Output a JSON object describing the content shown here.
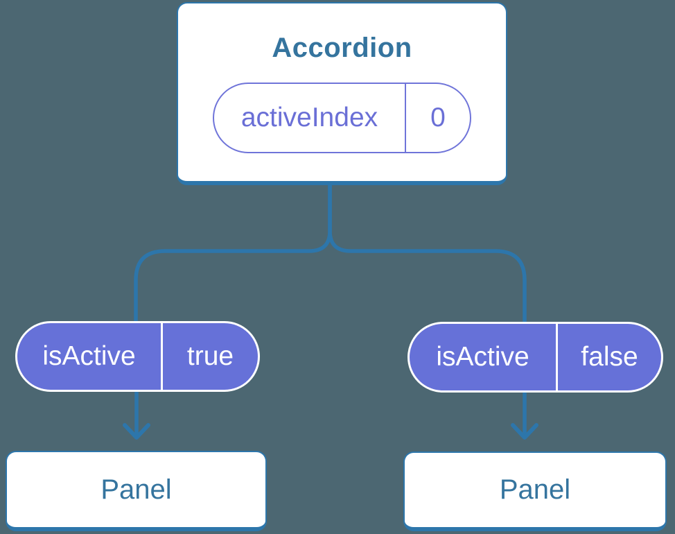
{
  "diagram": {
    "description": "React component tree diagram showing state passed down as props",
    "background_color": "#4c6772",
    "connector_color": "#2d76ab",
    "node_border_color": "#2d76ab",
    "node_text_color": "#35749e",
    "pill_fill_color": "#6671d8",
    "pill_outline_color": "#6f74d9",
    "pill_outline_text_color": "#6a6fd6",
    "root_node": {
      "title": "Accordion",
      "state": {
        "name": "activeIndex",
        "value": "0"
      }
    },
    "prop_pills": [
      {
        "name": "isActive",
        "value": "true"
      },
      {
        "name": "isActive",
        "value": "false"
      }
    ],
    "child_nodes": [
      {
        "title": "Panel"
      },
      {
        "title": "Panel"
      }
    ]
  }
}
